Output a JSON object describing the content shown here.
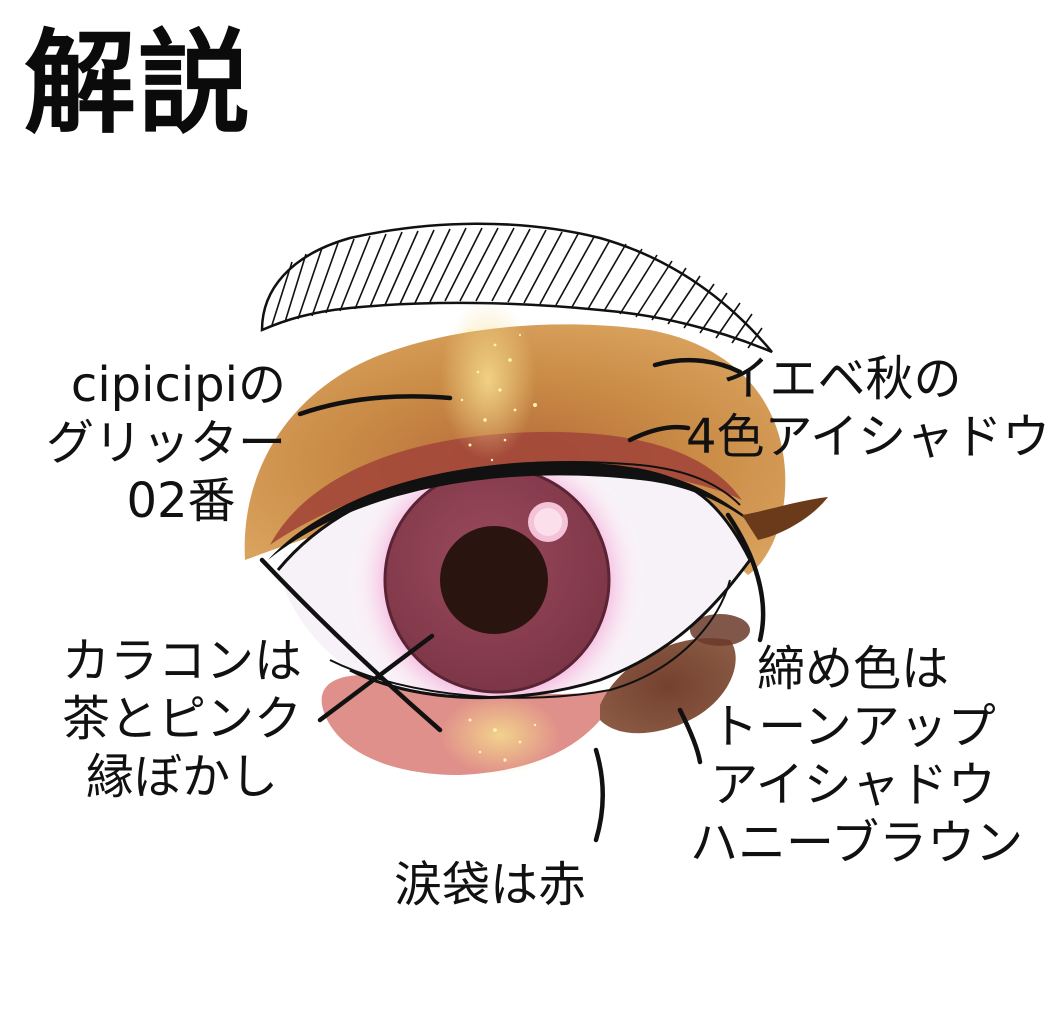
{
  "title": "解説",
  "labels": {
    "glitter": [
      "cipicipiの",
      "グリッター",
      "02番"
    ],
    "eyeshadow": [
      "イエベ秋の",
      "4色アイシャドウ"
    ],
    "contacts": [
      "カラコンは",
      "茶とピンク",
      "縁ぼかし"
    ],
    "tighten": [
      "締め色は",
      "トーンアップ",
      "アイシャドウ",
      "ハニーブラウン"
    ],
    "tearbag": [
      "涙袋は赤"
    ]
  },
  "colors": {
    "background": "#ffffff",
    "eyeshadow_base": "#c98b46",
    "crease_red": "#a3473a",
    "glitter_gold": "#e2b95a",
    "tighten_brown": "#7a4a35",
    "tearbag_red": "#e0908a",
    "iris": "#8a3e52",
    "pupil": "#2a1410",
    "pink_glow": "#f6c6e4"
  }
}
